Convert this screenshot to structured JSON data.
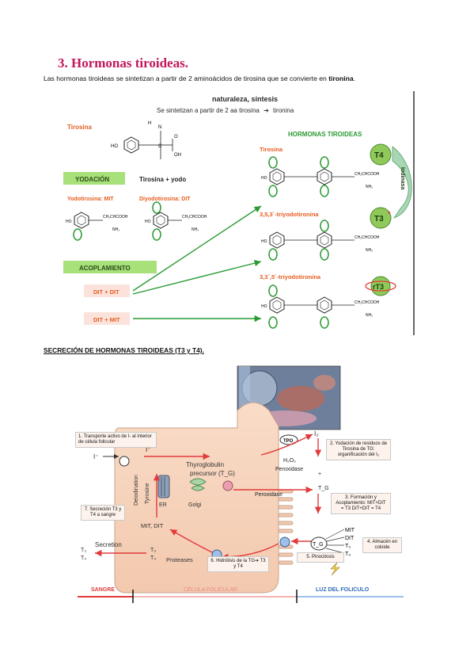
{
  "section": {
    "number": "3.",
    "title": "Hormonas tiroideas.",
    "intro_prefix": "Las hormonas tiroideas se sintetizan a partir de 2 aminoácidos de tirosina que se convierte en ",
    "intro_bold": "tironina",
    "intro_suffix": "."
  },
  "synthesis": {
    "heading": "naturaleza, síntesis",
    "subheading": "Se sintetizan a partir de 2 aa tirosina",
    "subheading_arrow": "➔",
    "subheading_end": "tironina",
    "tirosina_label": "Tirosina",
    "yodacion_label": "YODACIÓN",
    "tirosina_yodo": "Tirosina + yodo",
    "mit_label": "Yodotirosina: MIT",
    "dit_label": "Diyodotirosina: DIT",
    "acoplamiento_label": "ACOPLAMIENTO",
    "dit_dit": "DIT + DIT",
    "dit_mit": "DIT + MIT",
    "hormonas_heading": "HORMONAS TIROIDEAS",
    "tirosina_right": "Tirosina",
    "t3_name": "3,5,3´-triyodotironina",
    "rt3_name": "3,3´,5´-triyodotironina",
    "badge_t4": "T4",
    "badge_t3": "T3",
    "badge_t3_mark": "*",
    "badge_rt3": "rT3",
    "iodinasa": "Iodinasa",
    "chem_side": "CH₂CHCOOH",
    "chem_nh2": "NH₂",
    "chem_ho": "HO",
    "chem_top_h": "H",
    "chem_top_n": "N",
    "chem_top_c": "C",
    "chem_top_o": "O",
    "chem_top_oh": "OH"
  },
  "secretion": {
    "title": "SECRECIÓN DE HORMONAS TIROIDEAS (T3 y T4)",
    "title_suffix": ".",
    "step1": "1. Transporte activo de I- al interior de célula folicular",
    "step2": "2. Yodación de residuos de Tirosina de TG: organificación del I₂",
    "step3": "3. Formación y Acoplamiento: MIT+DIT = T3 DIT+DIT = T4",
    "step4": "4. Almacén en coloide",
    "step5": "5. Pinocitosis",
    "step6": "6. Hidrólisis de la TG➔ T3 y T4",
    "step7": "7. Secreción T3 y T4 a sangre",
    "iodide_left": "I⁻",
    "iodide_mid": "I⁻",
    "tpo": "TPO",
    "i2": "I₂",
    "h2o2": "H₂O₂",
    "peroxidase1": "Peroxidase",
    "peroxidase2": "Peroxidase",
    "tg_plus": "+",
    "tg": "T_G",
    "thyroglobulin": "Thyroglobulin",
    "precursor": "precursor (T_G)",
    "er": "ER",
    "golgi": "Golgi",
    "tyrosine": "Tyrosine",
    "deiodination": "Deiodination",
    "mit_dit": "MIT, DIT",
    "secretion_label": "Secretion",
    "t3_left": "T₃",
    "t4_left": "T₄",
    "t3_mid": "T₃",
    "t4_mid": "T₄",
    "proteases": "Proteases",
    "tg_circle": "T_G",
    "colloid_list": [
      "MIT",
      "DIT",
      "T₃",
      "T₄"
    ],
    "sangre": "SANGRE",
    "celula": "CÉLULA FOLICULAR",
    "luz": "LUZ DEL  FOLICULO"
  },
  "colors": {
    "heading_pink": "#c0185a",
    "orange_text": "#e65c1f",
    "green_box": "#a8e07a",
    "green_arrow": "#2a9a33",
    "pink_box": "#fbe3dc",
    "red_arrow": "#e23b3b",
    "cell_fill": "#f6d3be",
    "blue_label": "#2f6ab8"
  }
}
